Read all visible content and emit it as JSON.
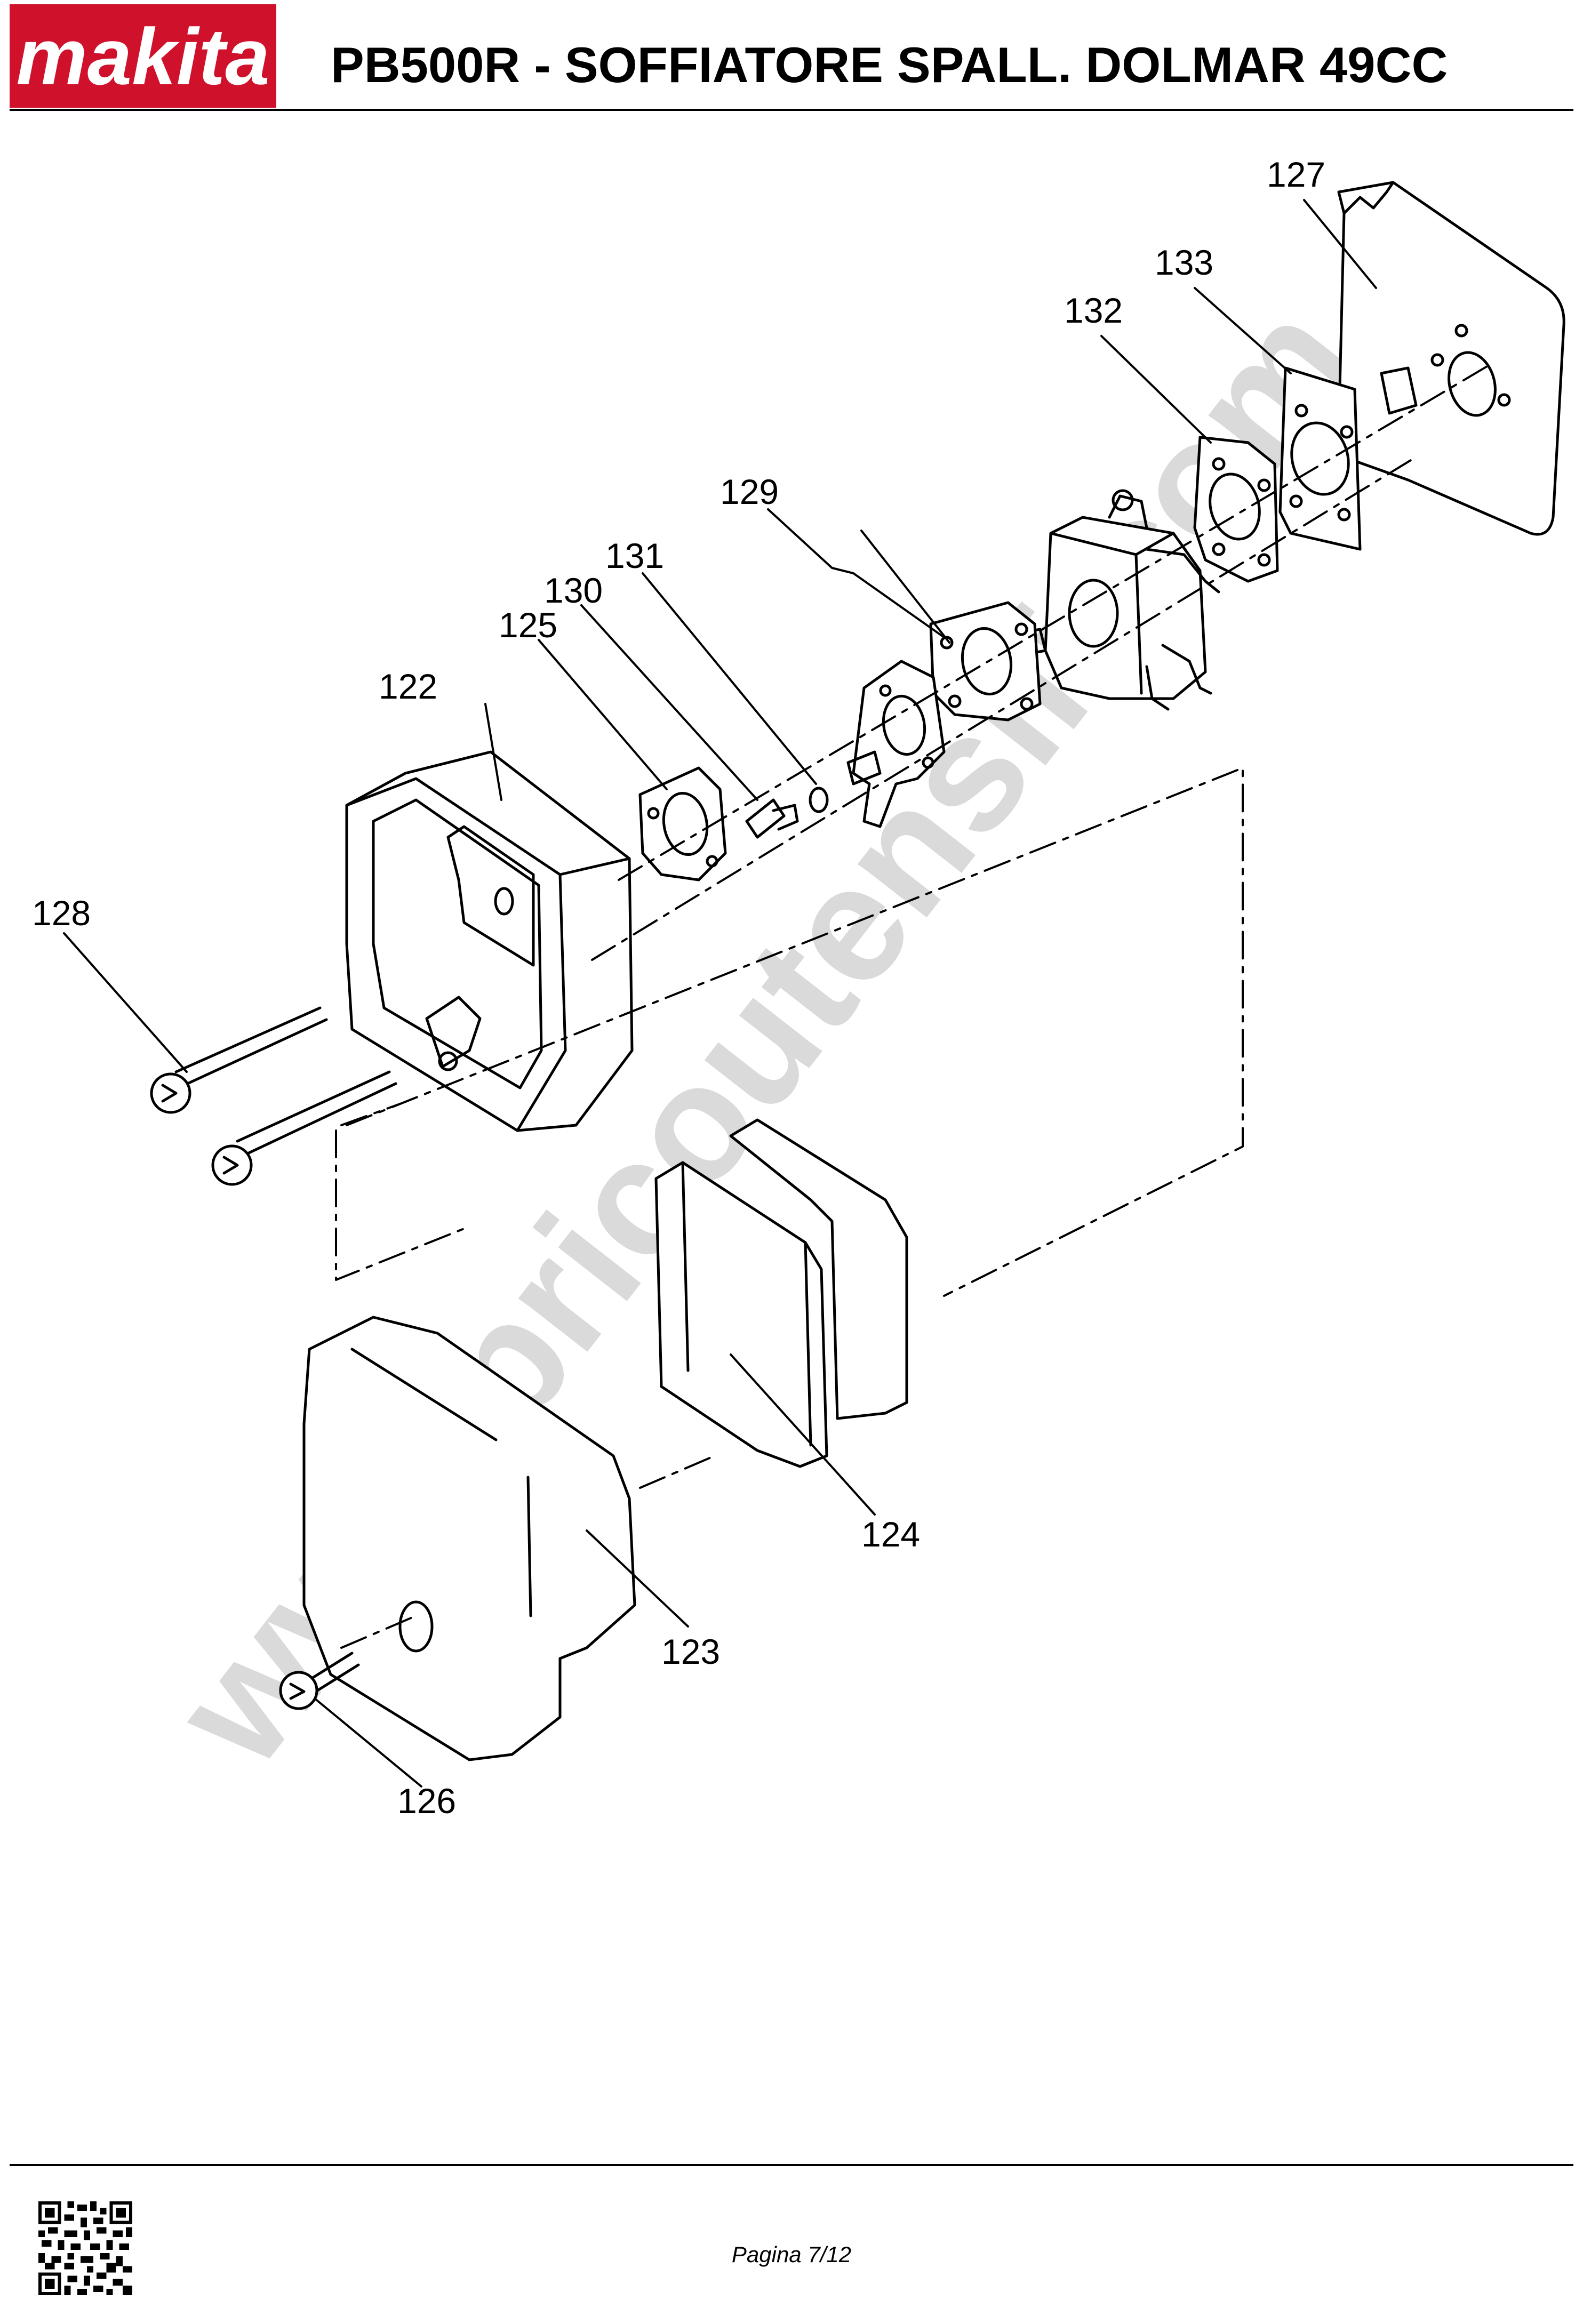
{
  "header": {
    "brand": "makita",
    "title": "PB500R - SOFFIATORE SPALL. DOLMAR 49CC"
  },
  "colors": {
    "brand_red": "#d0112b",
    "line": "#000000",
    "watermark": "#bdbdbd"
  },
  "diagram": {
    "callouts": [
      {
        "id": "127",
        "label": "127"
      },
      {
        "id": "133",
        "label": "133"
      },
      {
        "id": "132",
        "label": "132"
      },
      {
        "id": "129",
        "label": "129"
      },
      {
        "id": "131",
        "label": "131"
      },
      {
        "id": "130",
        "label": "130"
      },
      {
        "id": "125",
        "label": "125"
      },
      {
        "id": "122",
        "label": "122"
      },
      {
        "id": "128",
        "label": "128"
      },
      {
        "id": "124",
        "label": "124"
      },
      {
        "id": "123",
        "label": "123"
      },
      {
        "id": "126",
        "label": "126"
      }
    ],
    "watermark": "www.bricoutensili.com"
  },
  "footer": {
    "page_label": "Pagina 7/12",
    "qr_icon": "qr-code-icon"
  }
}
